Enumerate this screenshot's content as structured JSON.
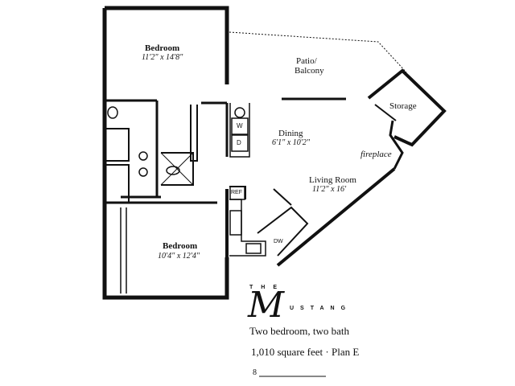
{
  "rooms": {
    "bedroom1": {
      "name": "Bedroom",
      "dims": "11'2\" x 14'8\""
    },
    "patio": {
      "name_line1": "Patio/",
      "name_line2": "Balcony"
    },
    "storage": {
      "name": "Storage"
    },
    "dining": {
      "name": "Dining",
      "dims": "6'1\" x 10'2\""
    },
    "fireplace": {
      "name": "fireplace"
    },
    "living": {
      "name": "Living Room",
      "dims": "11'2\" x 16'"
    },
    "bedroom2": {
      "name": "Bedroom",
      "dims": "10'4\" x 12'4\""
    }
  },
  "appliances": {
    "washer": "W",
    "dryer": "D",
    "refrigerator": "REF",
    "dishwasher": "DW"
  },
  "brand": {
    "the": "THE",
    "initial": "M",
    "rest": "USTANG"
  },
  "info": {
    "bed_bath": "Two bedroom, two bath",
    "area_plan": "1,010 square feet · Plan E"
  },
  "signature_mark": "8"
}
